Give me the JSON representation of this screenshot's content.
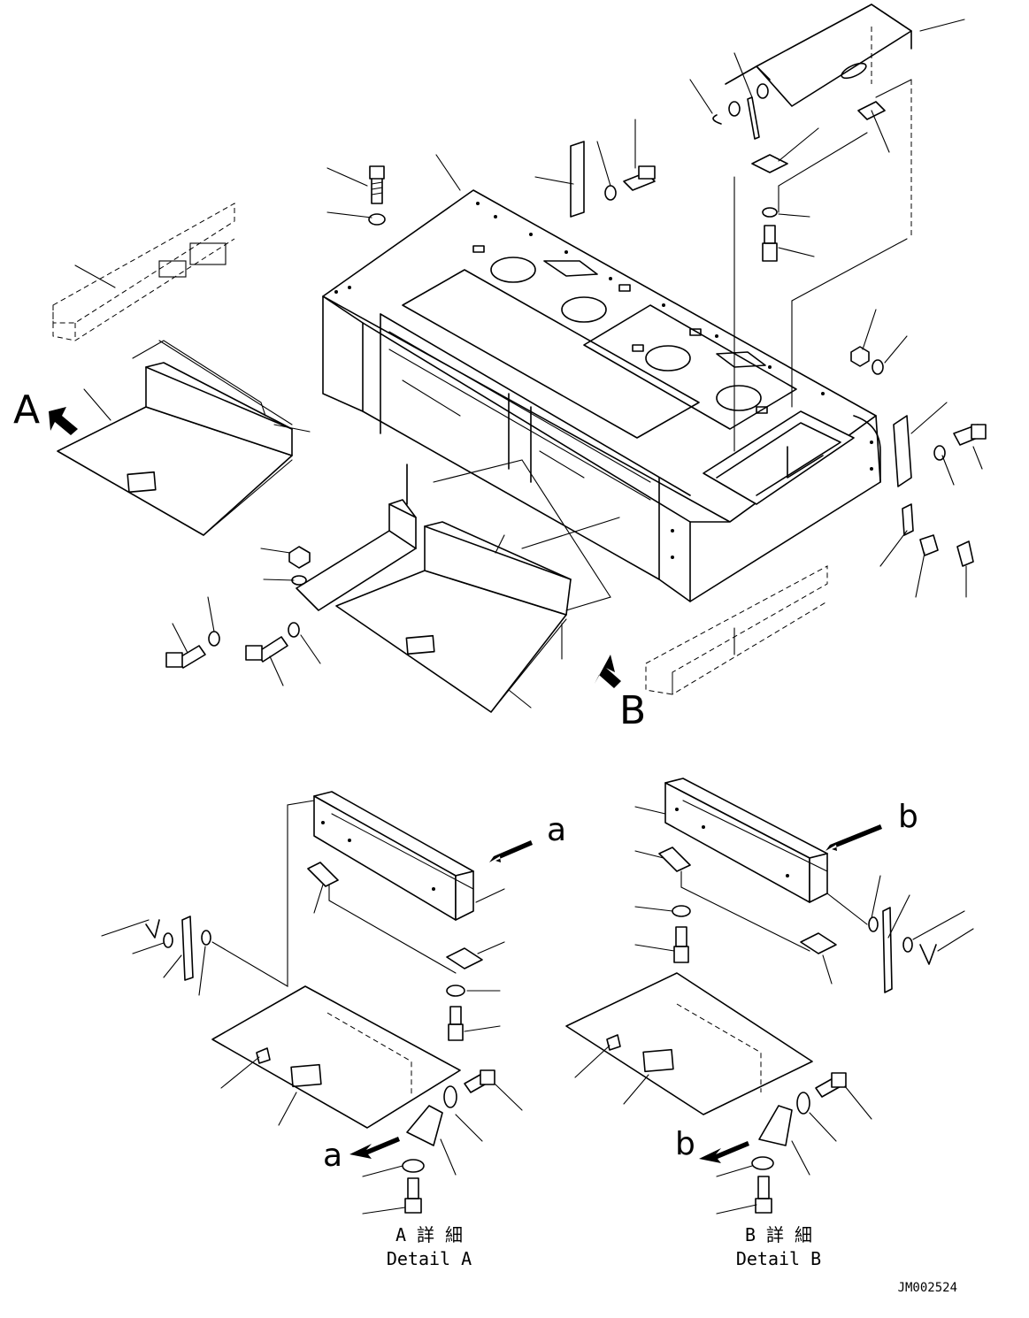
{
  "view_labels": {
    "arrow_a": "A",
    "arrow_b": "B",
    "small_a_top": "a",
    "small_a_bottom": "a",
    "small_b_top": "b",
    "small_b_bottom": "b"
  },
  "detail_a": {
    "jp": "A 詳 細",
    "en": "Detail A"
  },
  "detail_b": {
    "jp": "B 詳 細",
    "en": "Detail B"
  },
  "drawing_code": "JM002524"
}
